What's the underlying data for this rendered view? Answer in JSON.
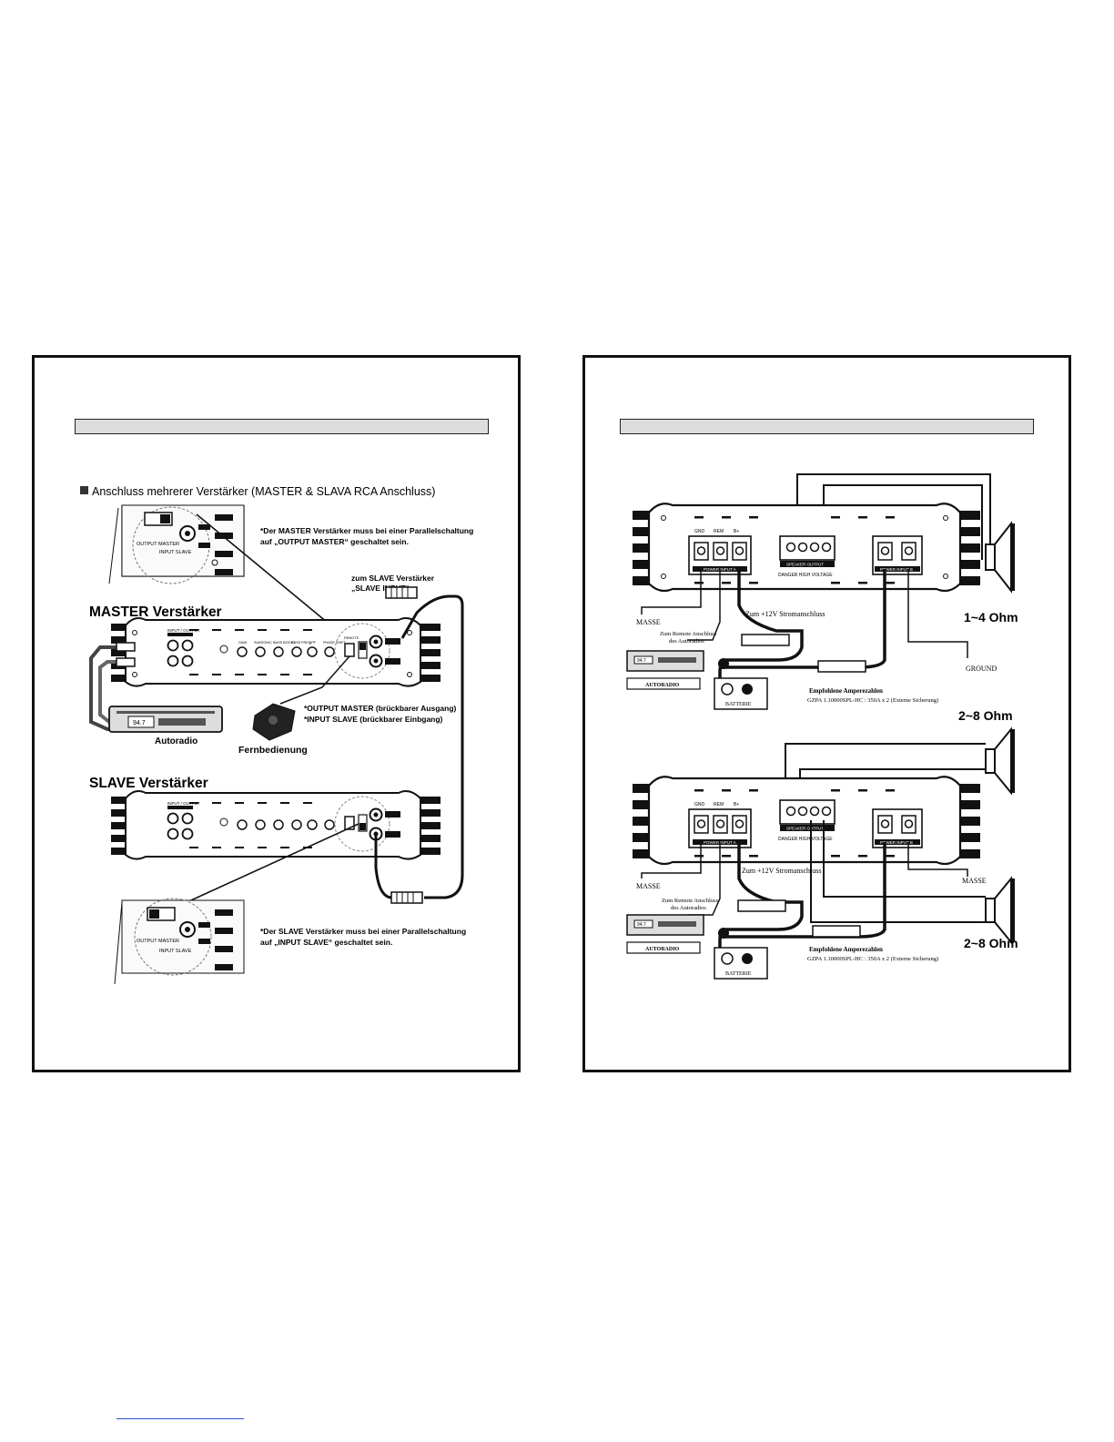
{
  "left_page": {
    "section_title": "Anschluss mehrerer Verstärker (MASTER & SLAVA RCA Anschluss)",
    "master_label": "MASTER Verstärker",
    "slave_label": "SLAVE Verstärker",
    "note_master_line1": "*Der MASTER Verstärker muss bei einer Parallelschaltung",
    "note_master_line2": "auf „OUTPUT MASTER“ geschaltet sein.",
    "to_slave_line1": "zum SLAVE Verstärker",
    "to_slave_line2": "„SLAVE INPUT“",
    "output_master_note": "*OUTPUT MASTER (brückbarer Ausgang)",
    "input_slave_note": "*INPUT SLAVE (brückbarer Einbgang)",
    "autoradio_label": "Autoradio",
    "remote_label": "Fernbedienung",
    "note_slave_line1": "*Der SLAVE Verstärker muss bei einer Parallelschaltung",
    "note_slave_line2": "auf „INPUT SLAVE“ geschaltet sein.",
    "switch_output_master": "OUTPUT MASTER",
    "switch_input_slave": "INPUT SLAVE",
    "amp_input_output": "INPUT / OUTPUT",
    "amp_knobs": [
      "GAIN",
      "SUBSONIC",
      "BASS BOOST",
      "BASS FREQ",
      "LPF",
      "PHASE SHIFT"
    ],
    "amp_remote": "REMOTE",
    "display_value": "94.7"
  },
  "right_page": {
    "ohm_top": "1~4 Ohm",
    "ohm_mid": "2~8 Ohm",
    "ohm_bottom": "2~8 Ohm",
    "masse": "MASSE",
    "ground": "GROUND",
    "remote_line1": "Zum Remote Anschluss",
    "remote_line2": "des Autoradios",
    "power_line": "Zum +12V Stromanschluss",
    "autoradio": "AUTORADIO",
    "batterie": "BATTERIE",
    "amp_rec_title": "Empfohlene Amperezahlen",
    "amp_rec_text": "GZPA 1.10000SPL-HC : 350A x 2 (Externe Sicherung)",
    "speaker_output": "SPEAKER OUTPUT",
    "danger": "DANGER HIGH VOLTAGE",
    "power_input_a": "POWER INPUT A",
    "power_input_b": "POWER INPUT B",
    "term_gnd": "GND",
    "term_rem": "REM",
    "term_bplus": "B+",
    "display_value": "94.7"
  }
}
